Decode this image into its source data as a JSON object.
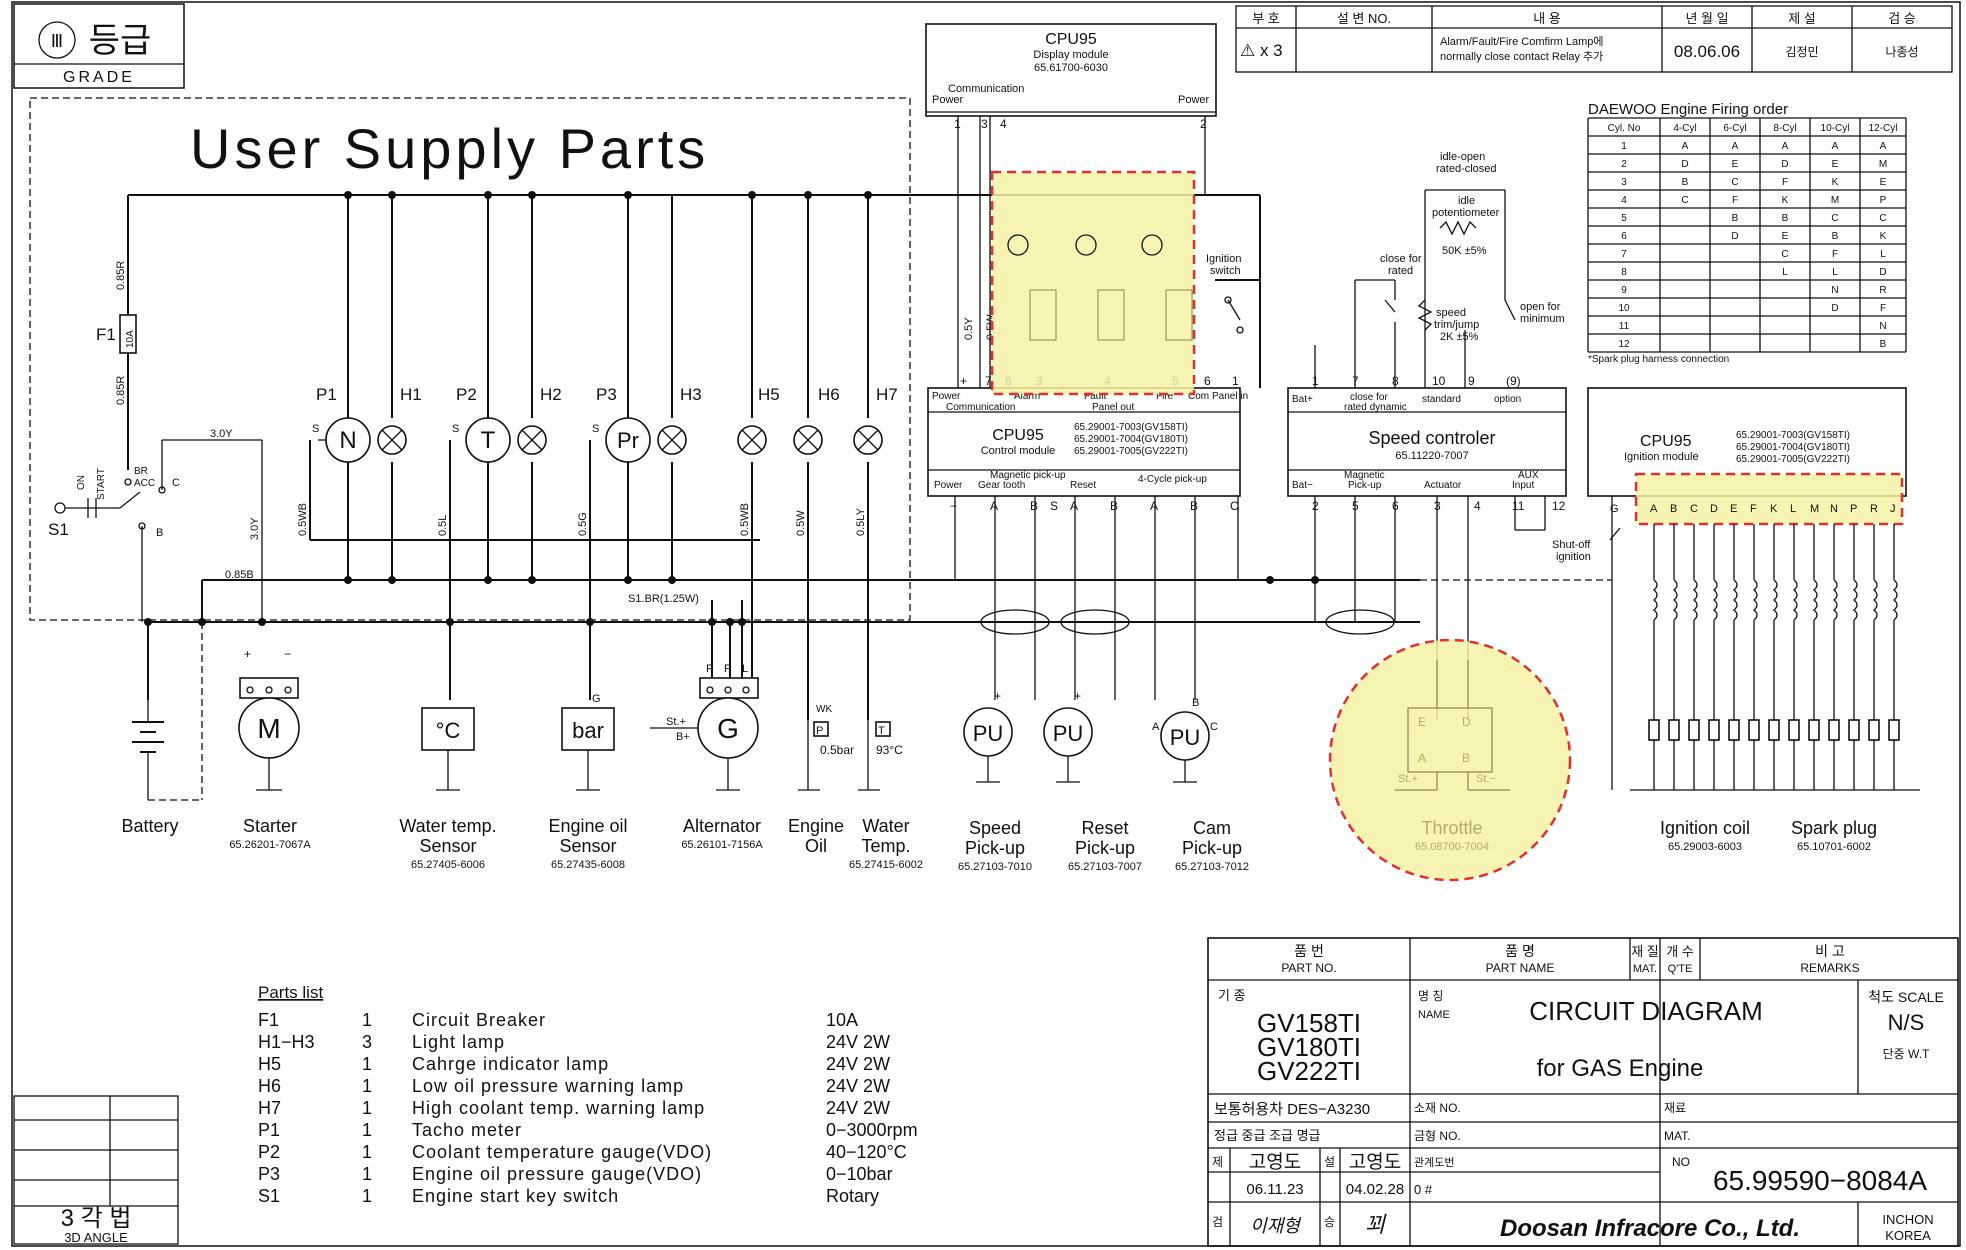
{
  "grade": {
    "roman": "Ⅲ",
    "korean": "등급",
    "english": "GRADE"
  },
  "user_supply_title": "User Supply Parts",
  "revision_header": {
    "mark": "부 호",
    "no": "설 변 NO.",
    "content": "내 용",
    "date": "년 월 일",
    "made": "제 설",
    "checked": "검 승"
  },
  "revision_row": {
    "mark": "⚠ x 3",
    "line1": "Alarm/Fault/Fire Comfirm Lamp에",
    "line2": "normally close contact Relay 추가",
    "date": "08.06.06",
    "made_by": "김정민",
    "checked_by": "나종성"
  },
  "display_module": {
    "title": "CPU95",
    "subtitle": "Display module",
    "part": "65.61700-6030",
    "comm": "Communication",
    "power_left": "Power",
    "power_right": "Power",
    "pins": [
      "1",
      "3",
      "4",
      "2"
    ]
  },
  "control_module": {
    "title": "CPU95",
    "subtitle": "Control module",
    "parts": [
      "65.29001-7003(GV158TI)",
      "65.29001-7004(GV180TI)",
      "65.29001-7005(GV222TI)"
    ],
    "top_pins": [
      "+",
      "7",
      "8",
      "3",
      "4",
      "5",
      "6",
      "1"
    ],
    "top_labels": [
      "Power",
      "Communication",
      "Alarm",
      "Fault",
      "Panel out",
      "Fire",
      "Com",
      "Panel in"
    ],
    "bottom_pins": [
      "−",
      "A",
      "B",
      "S",
      "A",
      "B",
      "A",
      "B",
      "C"
    ],
    "bottom_labels": [
      "Power",
      "Gear tooth",
      "Reset",
      "4-Cycle pick-up"
    ],
    "group_label": "Magnetic pick-up"
  },
  "speed_controller": {
    "title": "Speed controler",
    "part": "65.11220-7007",
    "top_pins": [
      "1",
      "7",
      "8",
      "10",
      "9",
      "(9)"
    ],
    "top_labels": [
      "Bat+",
      "close for",
      "rated dynamic",
      "standard",
      "option"
    ],
    "bottom_pins": [
      "2",
      "5",
      "6",
      "3",
      "4",
      "11",
      "12"
    ],
    "bottom_labels": [
      "Bat−",
      "Magnetic",
      "Pick-up",
      "Actuator",
      "AUX",
      "Input"
    ]
  },
  "ignition_module": {
    "title": "CPU95",
    "subtitle": "Ignition module",
    "parts": [
      "65.29001-7003(GV158TI)",
      "65.29001-7004(GV180TI)",
      "65.29001-7005(GV222TI)"
    ],
    "pins": [
      "G",
      "A",
      "B",
      "C",
      "D",
      "E",
      "F",
      "K",
      "L",
      "M",
      "N",
      "P",
      "R",
      "J"
    ]
  },
  "firing_order": {
    "title": "DAEWOO Engine Firing order",
    "header": [
      "Cyl. No",
      "4-Cyl",
      "6-Cyl",
      "8-Cyl",
      "10-Cyl",
      "12-Cyl"
    ],
    "rows": [
      [
        "1",
        "A",
        "A",
        "A",
        "A",
        "A"
      ],
      [
        "2",
        "D",
        "E",
        "D",
        "E",
        "M"
      ],
      [
        "3",
        "B",
        "C",
        "F",
        "K",
        "E"
      ],
      [
        "4",
        "C",
        "F",
        "K",
        "M",
        "P"
      ],
      [
        "5",
        "",
        "B",
        "B",
        "C",
        "C"
      ],
      [
        "6",
        "",
        "D",
        "E",
        "B",
        "K"
      ],
      [
        "7",
        "",
        "",
        "C",
        "F",
        "L"
      ],
      [
        "8",
        "",
        "",
        "L",
        "L",
        "D"
      ],
      [
        "9",
        "",
        "",
        "",
        "N",
        "R"
      ],
      [
        "10",
        "",
        "",
        "",
        "D",
        "F"
      ],
      [
        "11",
        "",
        "",
        "",
        "",
        "N"
      ],
      [
        "12",
        "",
        "",
        "",
        "",
        "B"
      ]
    ],
    "note": "*Spark plug harness connection"
  },
  "labels": {
    "idle_open": "idle-open",
    "rated_closed": "rated-closed",
    "idle_pot": "idle",
    "potentiometer": "potentiometer",
    "pot_value": "50K ±5%",
    "close_for": "close for",
    "rated": "rated",
    "speed_trim": "speed",
    "trim_jump": "trim/jump",
    "trim_value": "2K ±5%",
    "open_for": "open for",
    "minimum": "minimum",
    "ignition_switch_1": "Ignition",
    "ignition_switch_2": "switch",
    "shutoff_1": "Shut-off",
    "shutoff_2": "ignition",
    "f1": "F1",
    "f1_rating": "10A",
    "w085r_a": "0.85R",
    "w085r_b": "0.85R",
    "w30y_a": "3.0Y",
    "w30y_b": "3.0Y",
    "w085b": "0.85B",
    "w05wb": "0.5WB",
    "w05l": "0.5L",
    "w05g": "0.5G",
    "w05wb2": "0.5WB",
    "w05w": "0.5W",
    "w05ly": "0.5LY",
    "s1br": "S1.BR(1.25W)",
    "w05y": "0.5Y",
    "w05w_b": "0.5W",
    "on": "ON",
    "start": "START",
    "br": "BR",
    "acc": "ACC",
    "c": "C",
    "b": "B",
    "s1": "S1",
    "p1": "P1",
    "p2": "P2",
    "p3": "P3",
    "h1": "H1",
    "h2": "H2",
    "h3": "H3",
    "h5": "H5",
    "h6": "H6",
    "h7": "H7",
    "gauge_n": "N",
    "gauge_t": "T",
    "gauge_pr": "Pr",
    "s": "S",
    "motor": "M",
    "deg_c": "°C",
    "bar": "bar",
    "gen": "G",
    "pu": "PU",
    "wk": "WK",
    "p_sym": "P",
    "t_sym": "T",
    "oil_bar": "0.5bar",
    "water_deg": "93°C",
    "stplus": "St.+",
    "bplus": "B+",
    "r": "R",
    "p": "P",
    "l": "L",
    "g": "G",
    "pu_a": "A",
    "pu_b": "B",
    "pu_c": "C",
    "plus": "+",
    "minus": "−",
    "e": "E",
    "d": "D",
    "a": "A",
    "bb": "B",
    "st_plus": "St.+",
    "st_minus": "St.−"
  },
  "components": [
    {
      "name": "Battery",
      "part": ""
    },
    {
      "name": "Starter",
      "part": "65.26201-7067A"
    },
    {
      "name": "Water temp.",
      "name2": "Sensor",
      "part": "65.27405-6006"
    },
    {
      "name": "Engine oil",
      "name2": "Sensor",
      "part": "65.27435-6008"
    },
    {
      "name": "Alternator",
      "part": "65.26101-7156A"
    },
    {
      "name": "Engine",
      "name2": "Oil",
      "part": ""
    },
    {
      "name": "Water",
      "name2": "Temp.",
      "part": "65.27415-6002"
    },
    {
      "name": "Speed",
      "name2": "Pick-up",
      "part": "65.27103-7010"
    },
    {
      "name": "Reset",
      "name2": "Pick-up",
      "part": "65.27103-7007"
    },
    {
      "name": "Cam",
      "name2": "Pick-up",
      "part": "65.27103-7012"
    },
    {
      "name": "Throttle",
      "part": "65.08700-7004"
    },
    {
      "name": "Ignition  coil",
      "part": "65.29003-6003"
    },
    {
      "name": "Spark  plug",
      "part": "65.10701-6002"
    }
  ],
  "parts_list": {
    "title": "Parts list",
    "rows": [
      [
        "F1",
        "1",
        "Circuit Breaker",
        "10A"
      ],
      [
        "H1−H3",
        "3",
        "Light lamp",
        "24V  2W"
      ],
      [
        "H5",
        "1",
        "Cahrge indicator lamp",
        "24V  2W"
      ],
      [
        "H6",
        "1",
        "Low oil pressure warning lamp",
        "24V  2W"
      ],
      [
        "H7",
        "1",
        "High coolant temp. warning lamp",
        "24V  2W"
      ],
      [
        "P1",
        "1",
        "Tacho meter",
        "0−3000rpm"
      ],
      [
        "P2",
        "1",
        "Coolant temperature gauge(VDO)",
        "40−120°C"
      ],
      [
        "P3",
        "1",
        "Engine oil pressure gauge(VDO)",
        "0−10bar"
      ],
      [
        "S1",
        "1",
        "Engine start key switch",
        "Rotary"
      ]
    ]
  },
  "angle": {
    "korean": "3 각 법",
    "english": "3D ANGLE"
  },
  "title_block": {
    "part_no_ko": "품        번",
    "part_no_en": "PART NO.",
    "part_name_ko": "품        명",
    "part_name_en": "PART NAME",
    "mat_ko": "재  질",
    "mat_en": "MAT.",
    "qty_ko": "개 수",
    "qty_en": "Q'TE",
    "remarks_ko": "비        고",
    "remarks_en": "REMARKS",
    "model_label": "기  종",
    "models": [
      "GV158TI",
      "GV180TI",
      "GV222TI"
    ],
    "name_ko": "명 칭",
    "name_en": "NAME",
    "name_line1": "CIRCUIT  DIAGRAM",
    "name_line2": "for GAS Engine",
    "scale_label": "척도 SCALE",
    "scale": "N/S",
    "unit": "단중 W.T",
    "approval": "보통허용차 DES−A3230",
    "material_no": "소재 NO.",
    "grade_row": "정급  중급  조급  명급",
    "spec_no": "금형 NO.",
    "mat2": "재료",
    "mat2_en": "MAT.",
    "drawn_label": "제",
    "drawn": "고영도",
    "design_label": "설",
    "design": "고영도",
    "related": "관계도번",
    "drawn_date": "06.11.23",
    "design_date": "04.02.28",
    "ref": "0 #",
    "checker_label": "검",
    "checker_sig": "이재형",
    "approver_label": "승",
    "approver_sig": "꾀",
    "no_label": "NO",
    "drawing_no": "65.99590−8084A",
    "company": "Doosan Infracore Co., Ltd.",
    "city": "INCHON",
    "country": "KOREA"
  }
}
